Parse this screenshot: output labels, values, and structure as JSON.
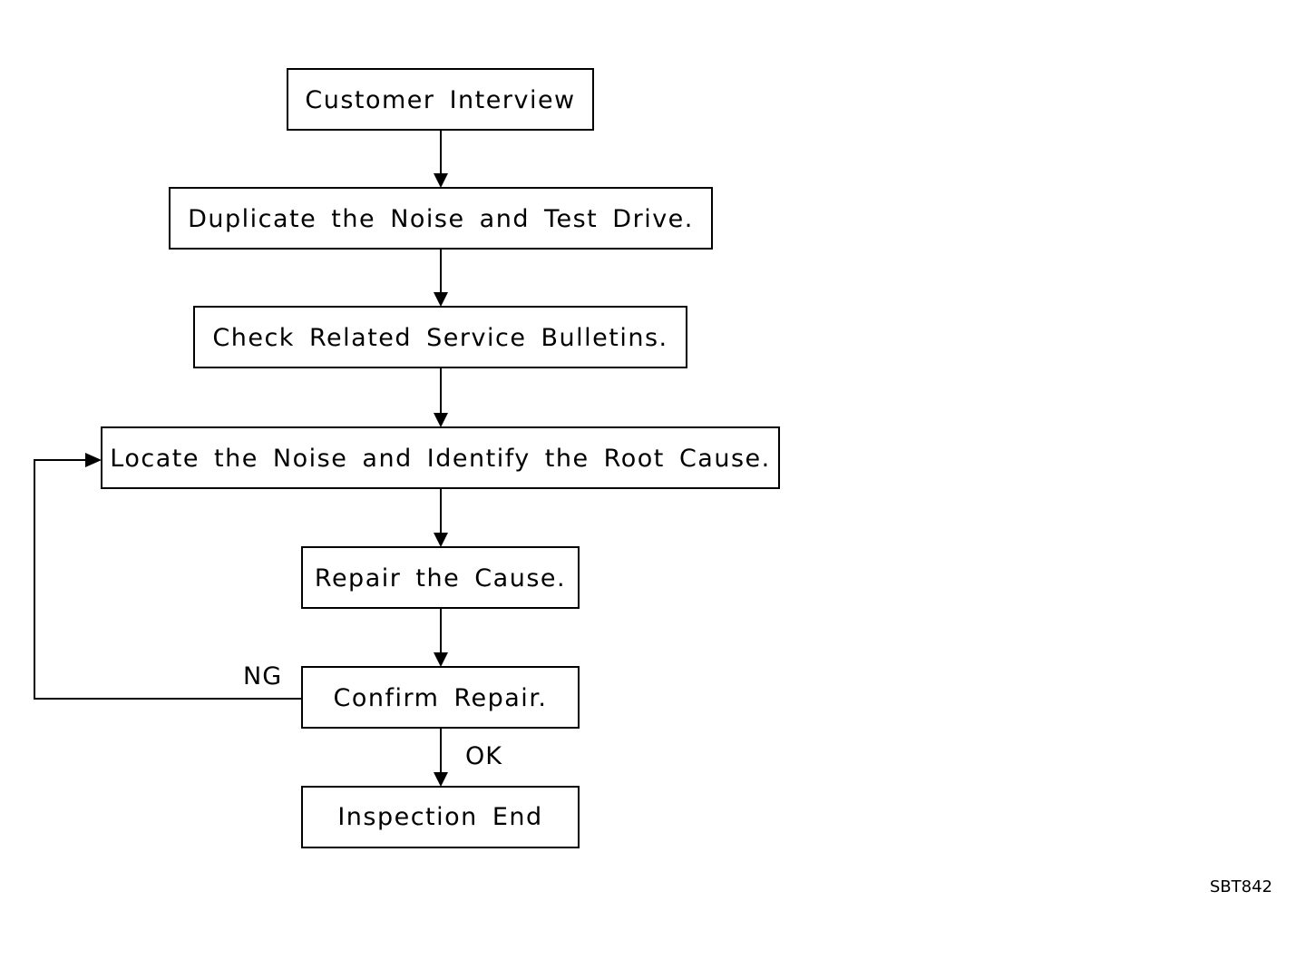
{
  "flowchart": {
    "steps": [
      {
        "id": "customer-interview",
        "label": "Customer Interview"
      },
      {
        "id": "duplicate-noise",
        "label": "Duplicate the Noise and Test Drive."
      },
      {
        "id": "check-bulletins",
        "label": "Check Related Service Bulletins."
      },
      {
        "id": "locate-noise",
        "label": "Locate the Noise and Identify the Root Cause."
      },
      {
        "id": "repair-cause",
        "label": "Repair the Cause."
      },
      {
        "id": "confirm-repair",
        "label": "Confirm Repair."
      },
      {
        "id": "inspection-end",
        "label": "Inspection End"
      }
    ],
    "edges": [
      {
        "from": "customer-interview",
        "to": "duplicate-noise",
        "label": ""
      },
      {
        "from": "duplicate-noise",
        "to": "check-bulletins",
        "label": ""
      },
      {
        "from": "check-bulletins",
        "to": "locate-noise",
        "label": ""
      },
      {
        "from": "locate-noise",
        "to": "repair-cause",
        "label": ""
      },
      {
        "from": "repair-cause",
        "to": "confirm-repair",
        "label": ""
      },
      {
        "from": "confirm-repair",
        "to": "inspection-end",
        "label": "OK"
      },
      {
        "from": "confirm-repair",
        "to": "locate-noise",
        "label": "NG"
      }
    ],
    "ok_label": "OK",
    "ng_label": "NG"
  },
  "figure_code": "SBT842"
}
